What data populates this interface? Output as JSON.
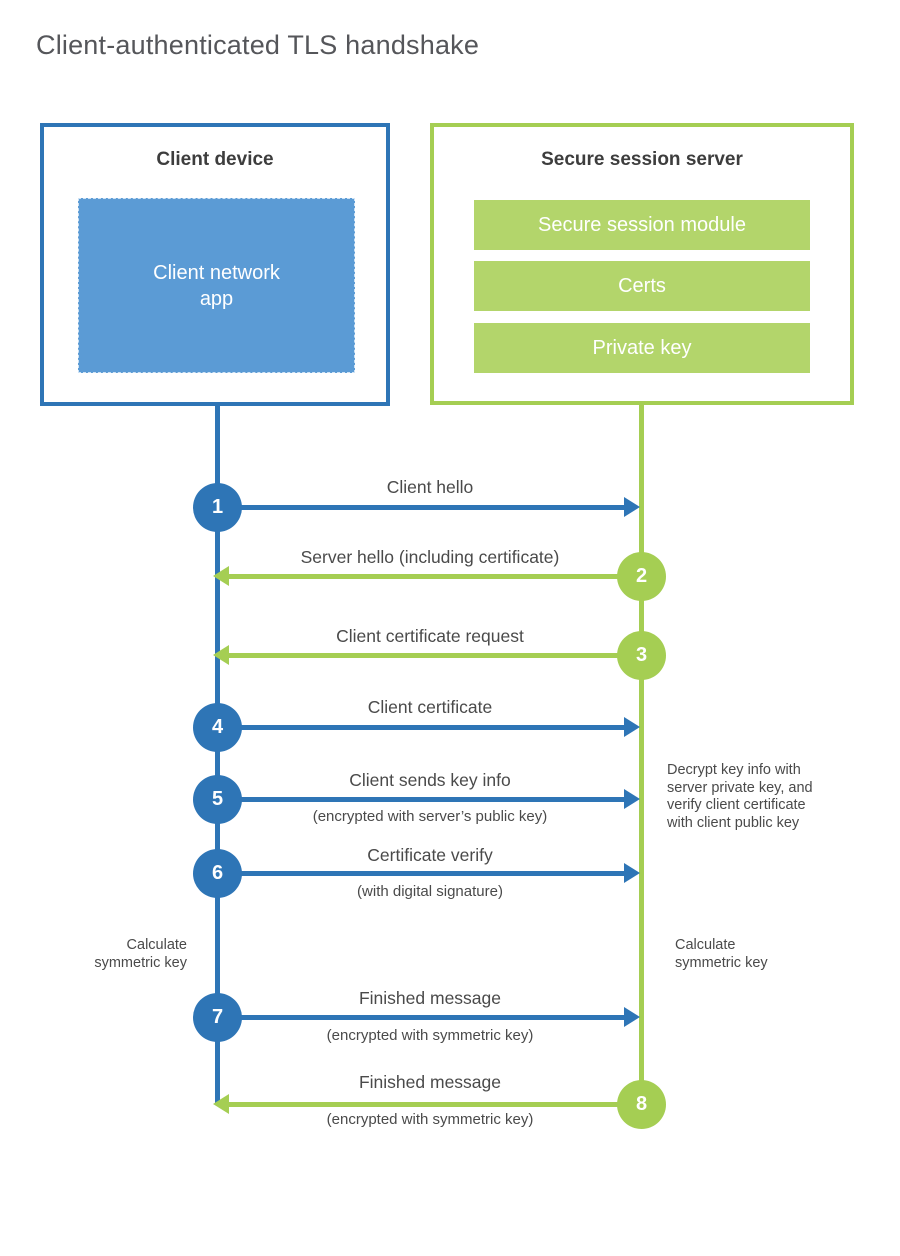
{
  "page": {
    "title": "Client-authenticated TLS handshake"
  },
  "client_box": {
    "title": "Client device",
    "app": {
      "line1": "Client network",
      "line2": "app"
    }
  },
  "server_box": {
    "title": "Secure session server",
    "modules": [
      {
        "label": "Secure session module"
      },
      {
        "label": "Certs"
      },
      {
        "label": "Private key"
      }
    ]
  },
  "steps": [
    {
      "num": "1",
      "label": "Client hello",
      "sub": "",
      "direction": "client-to-server"
    },
    {
      "num": "2",
      "label": "Server hello (including certificate)",
      "sub": "",
      "direction": "server-to-client"
    },
    {
      "num": "3",
      "label": "Client certificate request",
      "sub": "",
      "direction": "server-to-client"
    },
    {
      "num": "4",
      "label": "Client certificate",
      "sub": "",
      "direction": "client-to-server"
    },
    {
      "num": "5",
      "label": "Client sends key info",
      "sub": "(encrypted with server’s public key)",
      "direction": "client-to-server"
    },
    {
      "num": "6",
      "label": "Certificate verify",
      "sub": "(with digital signature)",
      "direction": "client-to-server"
    },
    {
      "num": "7",
      "label": "Finished message",
      "sub": "(encrypted with symmetric key)",
      "direction": "client-to-server"
    },
    {
      "num": "8",
      "label": "Finished message",
      "sub": "(encrypted with symmetric key)",
      "direction": "server-to-client"
    }
  ],
  "annotations": {
    "decrypt_lines": {
      "l1": "Decrypt key info with",
      "l2": "server private key, and",
      "l3": "verify client certificate",
      "l4": "with client public key"
    },
    "calc_left": {
      "line1": "Calculate",
      "line2": "symmetric key"
    },
    "calc_right": {
      "line1": "Calculate",
      "line2": "symmetric key"
    }
  },
  "colors": {
    "blue": "#2e75b6",
    "blue_fill": "#5b9bd5",
    "green": "#a5ce53",
    "green_fill": "#b3d56b",
    "text_dark": "#3d3d3d",
    "text_gray": "#4a4a4a",
    "title_gray": "#55565a"
  }
}
